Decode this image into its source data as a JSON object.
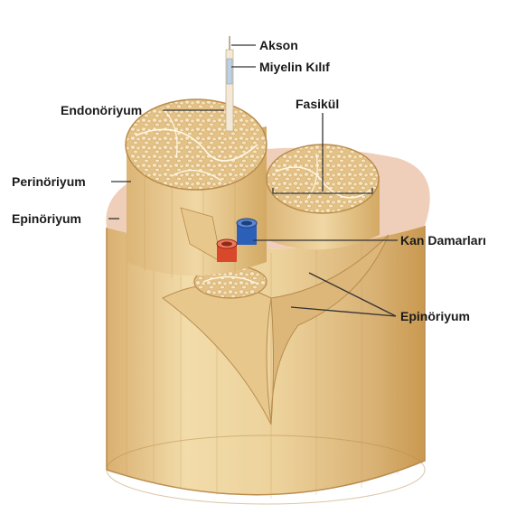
{
  "labels": {
    "axon": "Akson",
    "myelin": "Miyelin Kılıf",
    "endoneurium": "Endonöriyum",
    "fascicle": "Fasikül",
    "perineurium": "Perinöriyum",
    "epineurium_left": "Epinöriyum",
    "blood_vessels": "Kan Damarları",
    "epineurium_right": "Epinöriyum"
  },
  "colors": {
    "tissue_light": "#f0d9a8",
    "tissue_mid": "#e2bf80",
    "tissue_dark": "#c99a55",
    "fascicle_fill": "#e8c98e",
    "cell_fill": "#f7e6c2",
    "leader_line": "#333333",
    "vein": "#2b5fb8",
    "artery": "#d9482b",
    "inner_pink": "#efcfb9"
  }
}
